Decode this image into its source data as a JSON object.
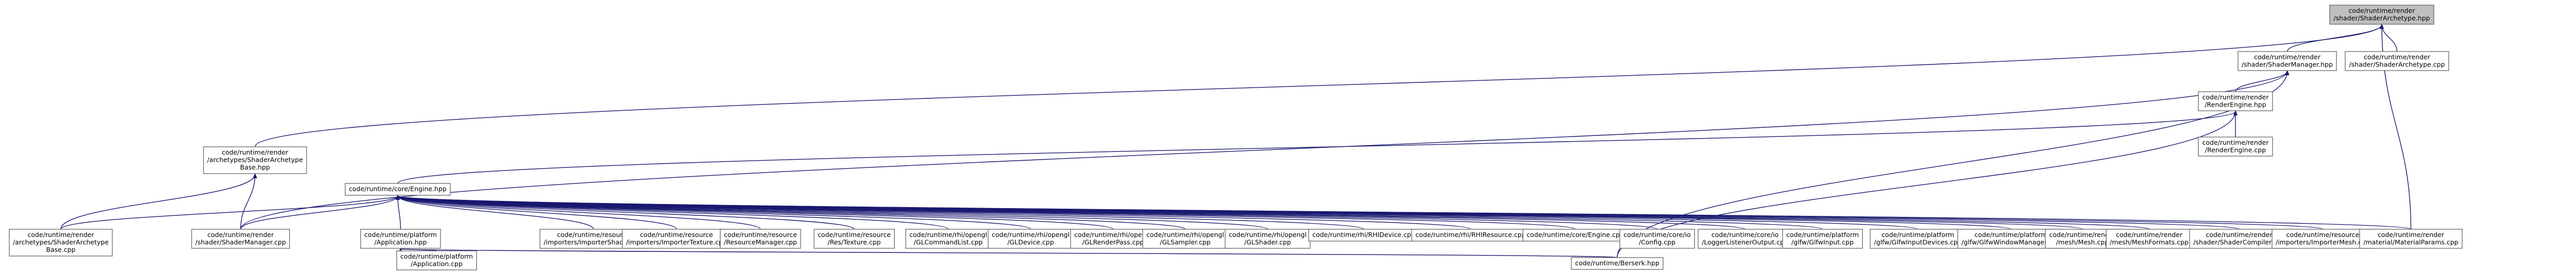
{
  "graph": {
    "title": "",
    "nodes": [
      {
        "id": "root",
        "lines": [
          "code/runtime/render",
          "/shader/ShaderArchetype.hpp"
        ],
        "root": true
      },
      {
        "id": "smh",
        "lines": [
          "code/runtime/render",
          "/shader/ShaderManager.hpp"
        ]
      },
      {
        "id": "sac",
        "lines": [
          "code/runtime/render",
          "/shader/ShaderArchetype.cpp"
        ]
      },
      {
        "id": "reh",
        "lines": [
          "code/runtime/render",
          "/RenderEngine.hpp"
        ]
      },
      {
        "id": "rec",
        "lines": [
          "code/runtime/render",
          "/RenderEngine.cpp"
        ]
      },
      {
        "id": "sabh",
        "lines": [
          "code/runtime/render",
          "/archetypes/ShaderArchetype",
          "Base.hpp"
        ]
      },
      {
        "id": "sabc",
        "lines": [
          "code/runtime/render",
          "/archetypes/ShaderArchetype",
          "Base.cpp"
        ]
      },
      {
        "id": "smc",
        "lines": [
          "code/runtime/render",
          "/shader/ShaderManager.cpp"
        ]
      },
      {
        "id": "eng",
        "lines": [
          "code/runtime/core/Engine.hpp"
        ]
      },
      {
        "id": "apph",
        "lines": [
          "code/runtime/platform",
          "/Application.hpp"
        ]
      },
      {
        "id": "appc",
        "lines": [
          "code/runtime/platform",
          "/Application.cpp"
        ]
      },
      {
        "id": "ish",
        "lines": [
          "code/runtime/resource",
          "/importers/ImporterShader.cpp"
        ]
      },
      {
        "id": "itx",
        "lines": [
          "code/runtime/resource",
          "/importers/ImporterTexture.cpp"
        ]
      },
      {
        "id": "rmg",
        "lines": [
          "code/runtime/resource",
          "/ResourceManager.cpp"
        ]
      },
      {
        "id": "rtx",
        "lines": [
          "code/runtime/resource",
          "/Res/Texture.cpp"
        ]
      },
      {
        "id": "glcl",
        "lines": [
          "code/runtime/rhi/opengl",
          "/GLCommandList.cpp"
        ]
      },
      {
        "id": "gldv",
        "lines": [
          "code/runtime/rhi/opengl",
          "/GLDevice.cpp"
        ]
      },
      {
        "id": "glrp",
        "lines": [
          "code/runtime/rhi/opengl",
          "/GLRenderPass.cpp"
        ]
      },
      {
        "id": "glsm",
        "lines": [
          "code/runtime/rhi/opengl",
          "/GLSampler.cpp"
        ]
      },
      {
        "id": "glsh",
        "lines": [
          "code/runtime/rhi/opengl",
          "/GLShader.cpp"
        ]
      },
      {
        "id": "rhid",
        "lines": [
          "code/runtime/rhi/RHIDevice.cpp"
        ]
      },
      {
        "id": "rhir",
        "lines": [
          "code/runtime/rhi/RHIResource.cpp"
        ]
      },
      {
        "id": "engc",
        "lines": [
          "code/runtime/core/Engine.cpp"
        ]
      },
      {
        "id": "cfg",
        "lines": [
          "code/runtime/core/io",
          "/Config.cpp"
        ]
      },
      {
        "id": "log",
        "lines": [
          "code/runtime/core/io",
          "/LoggerListenerOutput.cpp"
        ]
      },
      {
        "id": "gin",
        "lines": [
          "code/runtime/platform",
          "/glfw/GlfwInput.cpp"
        ]
      },
      {
        "id": "gid",
        "lines": [
          "code/runtime/platform",
          "/glfw/GlfwInputDevices.cpp"
        ]
      },
      {
        "id": "gwm",
        "lines": [
          "code/runtime/platform",
          "/glfw/GlfwWindowManager.cpp"
        ]
      },
      {
        "id": "msh",
        "lines": [
          "code/runtime/render",
          "/mesh/Mesh.cpp"
        ]
      },
      {
        "id": "mfm",
        "lines": [
          "code/runtime/render",
          "/mesh/MeshFormats.cpp"
        ]
      },
      {
        "id": "scp",
        "lines": [
          "code/runtime/render",
          "/shader/ShaderCompiler.cpp"
        ]
      },
      {
        "id": "imm",
        "lines": [
          "code/runtime/resource",
          "/importers/ImporterMesh.cpp"
        ]
      },
      {
        "id": "mat",
        "lines": [
          "code/runtime/render",
          "/material/MaterialParams.cpp"
        ]
      },
      {
        "id": "bsh",
        "lines": [
          "code/runtime/Berserk.hpp"
        ]
      }
    ],
    "edges": [
      [
        "smh",
        "root"
      ],
      [
        "sac",
        "root"
      ],
      [
        "sabh",
        "root"
      ],
      [
        "mat",
        "root"
      ],
      [
        "reh",
        "smh"
      ],
      [
        "smc",
        "smh"
      ],
      [
        "bsh",
        "smh"
      ],
      [
        "rec",
        "reh"
      ],
      [
        "eng",
        "reh"
      ],
      [
        "bsh",
        "reh"
      ],
      [
        "sabc",
        "sabh"
      ],
      [
        "smc",
        "sabh"
      ],
      [
        "apph",
        "eng"
      ],
      [
        "ish",
        "eng"
      ],
      [
        "itx",
        "eng"
      ],
      [
        "rmg",
        "eng"
      ],
      [
        "rtx",
        "eng"
      ],
      [
        "glcl",
        "eng"
      ],
      [
        "gldv",
        "eng"
      ],
      [
        "glrp",
        "eng"
      ],
      [
        "glsm",
        "eng"
      ],
      [
        "glsh",
        "eng"
      ],
      [
        "rhid",
        "eng"
      ],
      [
        "rhir",
        "eng"
      ],
      [
        "engc",
        "eng"
      ],
      [
        "cfg",
        "eng"
      ],
      [
        "log",
        "eng"
      ],
      [
        "gin",
        "eng"
      ],
      [
        "gid",
        "eng"
      ],
      [
        "gwm",
        "eng"
      ],
      [
        "msh",
        "eng"
      ],
      [
        "mfm",
        "eng"
      ],
      [
        "scp",
        "eng"
      ],
      [
        "imm",
        "eng"
      ],
      [
        "mat",
        "eng"
      ],
      [
        "sabc",
        "eng"
      ],
      [
        "smc",
        "eng"
      ],
      [
        "appc",
        "apph"
      ],
      [
        "bsh",
        "apph"
      ]
    ]
  }
}
